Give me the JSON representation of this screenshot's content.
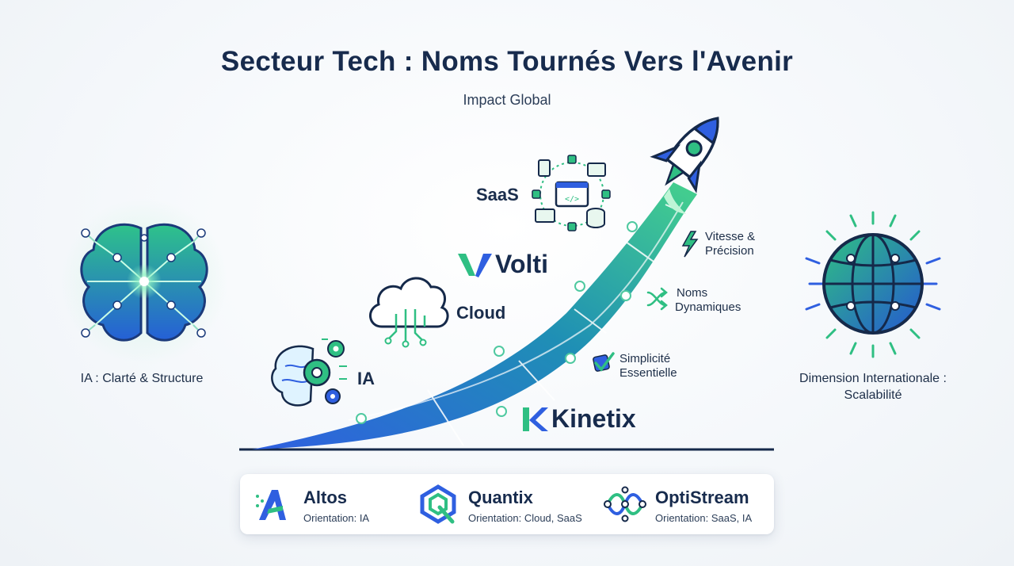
{
  "title": "Secteur Tech : Noms Tournés Vers l'Avenir",
  "subtitle": "Impact Global",
  "left_caption": "IA : Clarté & Structure",
  "right_caption_line1": "Dimension Internationale :",
  "right_caption_line2": "Scalabilité",
  "categories": {
    "saas": "SaaS",
    "cloud": "Cloud",
    "ia": "IA"
  },
  "brands": {
    "volti": "Volti",
    "kinetix": "Kinetix"
  },
  "attributes": [
    {
      "line1": "Vitesse &",
      "line2": "Précision",
      "icon": "lightning-icon"
    },
    {
      "line1": "Noms",
      "line2": "Dynamiques",
      "icon": "shuffle-arrows-icon"
    },
    {
      "line1": "Simplicité",
      "line2": "Essentielle",
      "icon": "checkmark-icon"
    }
  ],
  "legend": [
    {
      "name": "Altos",
      "orientation": "Orientation: IA",
      "icon": "altos-logo-icon"
    },
    {
      "name": "Quantix",
      "orientation": "Orientation: Cloud, SaaS",
      "icon": "quantix-logo-icon"
    },
    {
      "name": "OptiStream",
      "orientation": "Orientation: SaaS, IA",
      "icon": "optistream-logo-icon"
    }
  ],
  "colors": {
    "navy": "#172b4d",
    "blue": "#2f5fe0",
    "green": "#3ccf8e",
    "teal": "#1f9b8a"
  }
}
